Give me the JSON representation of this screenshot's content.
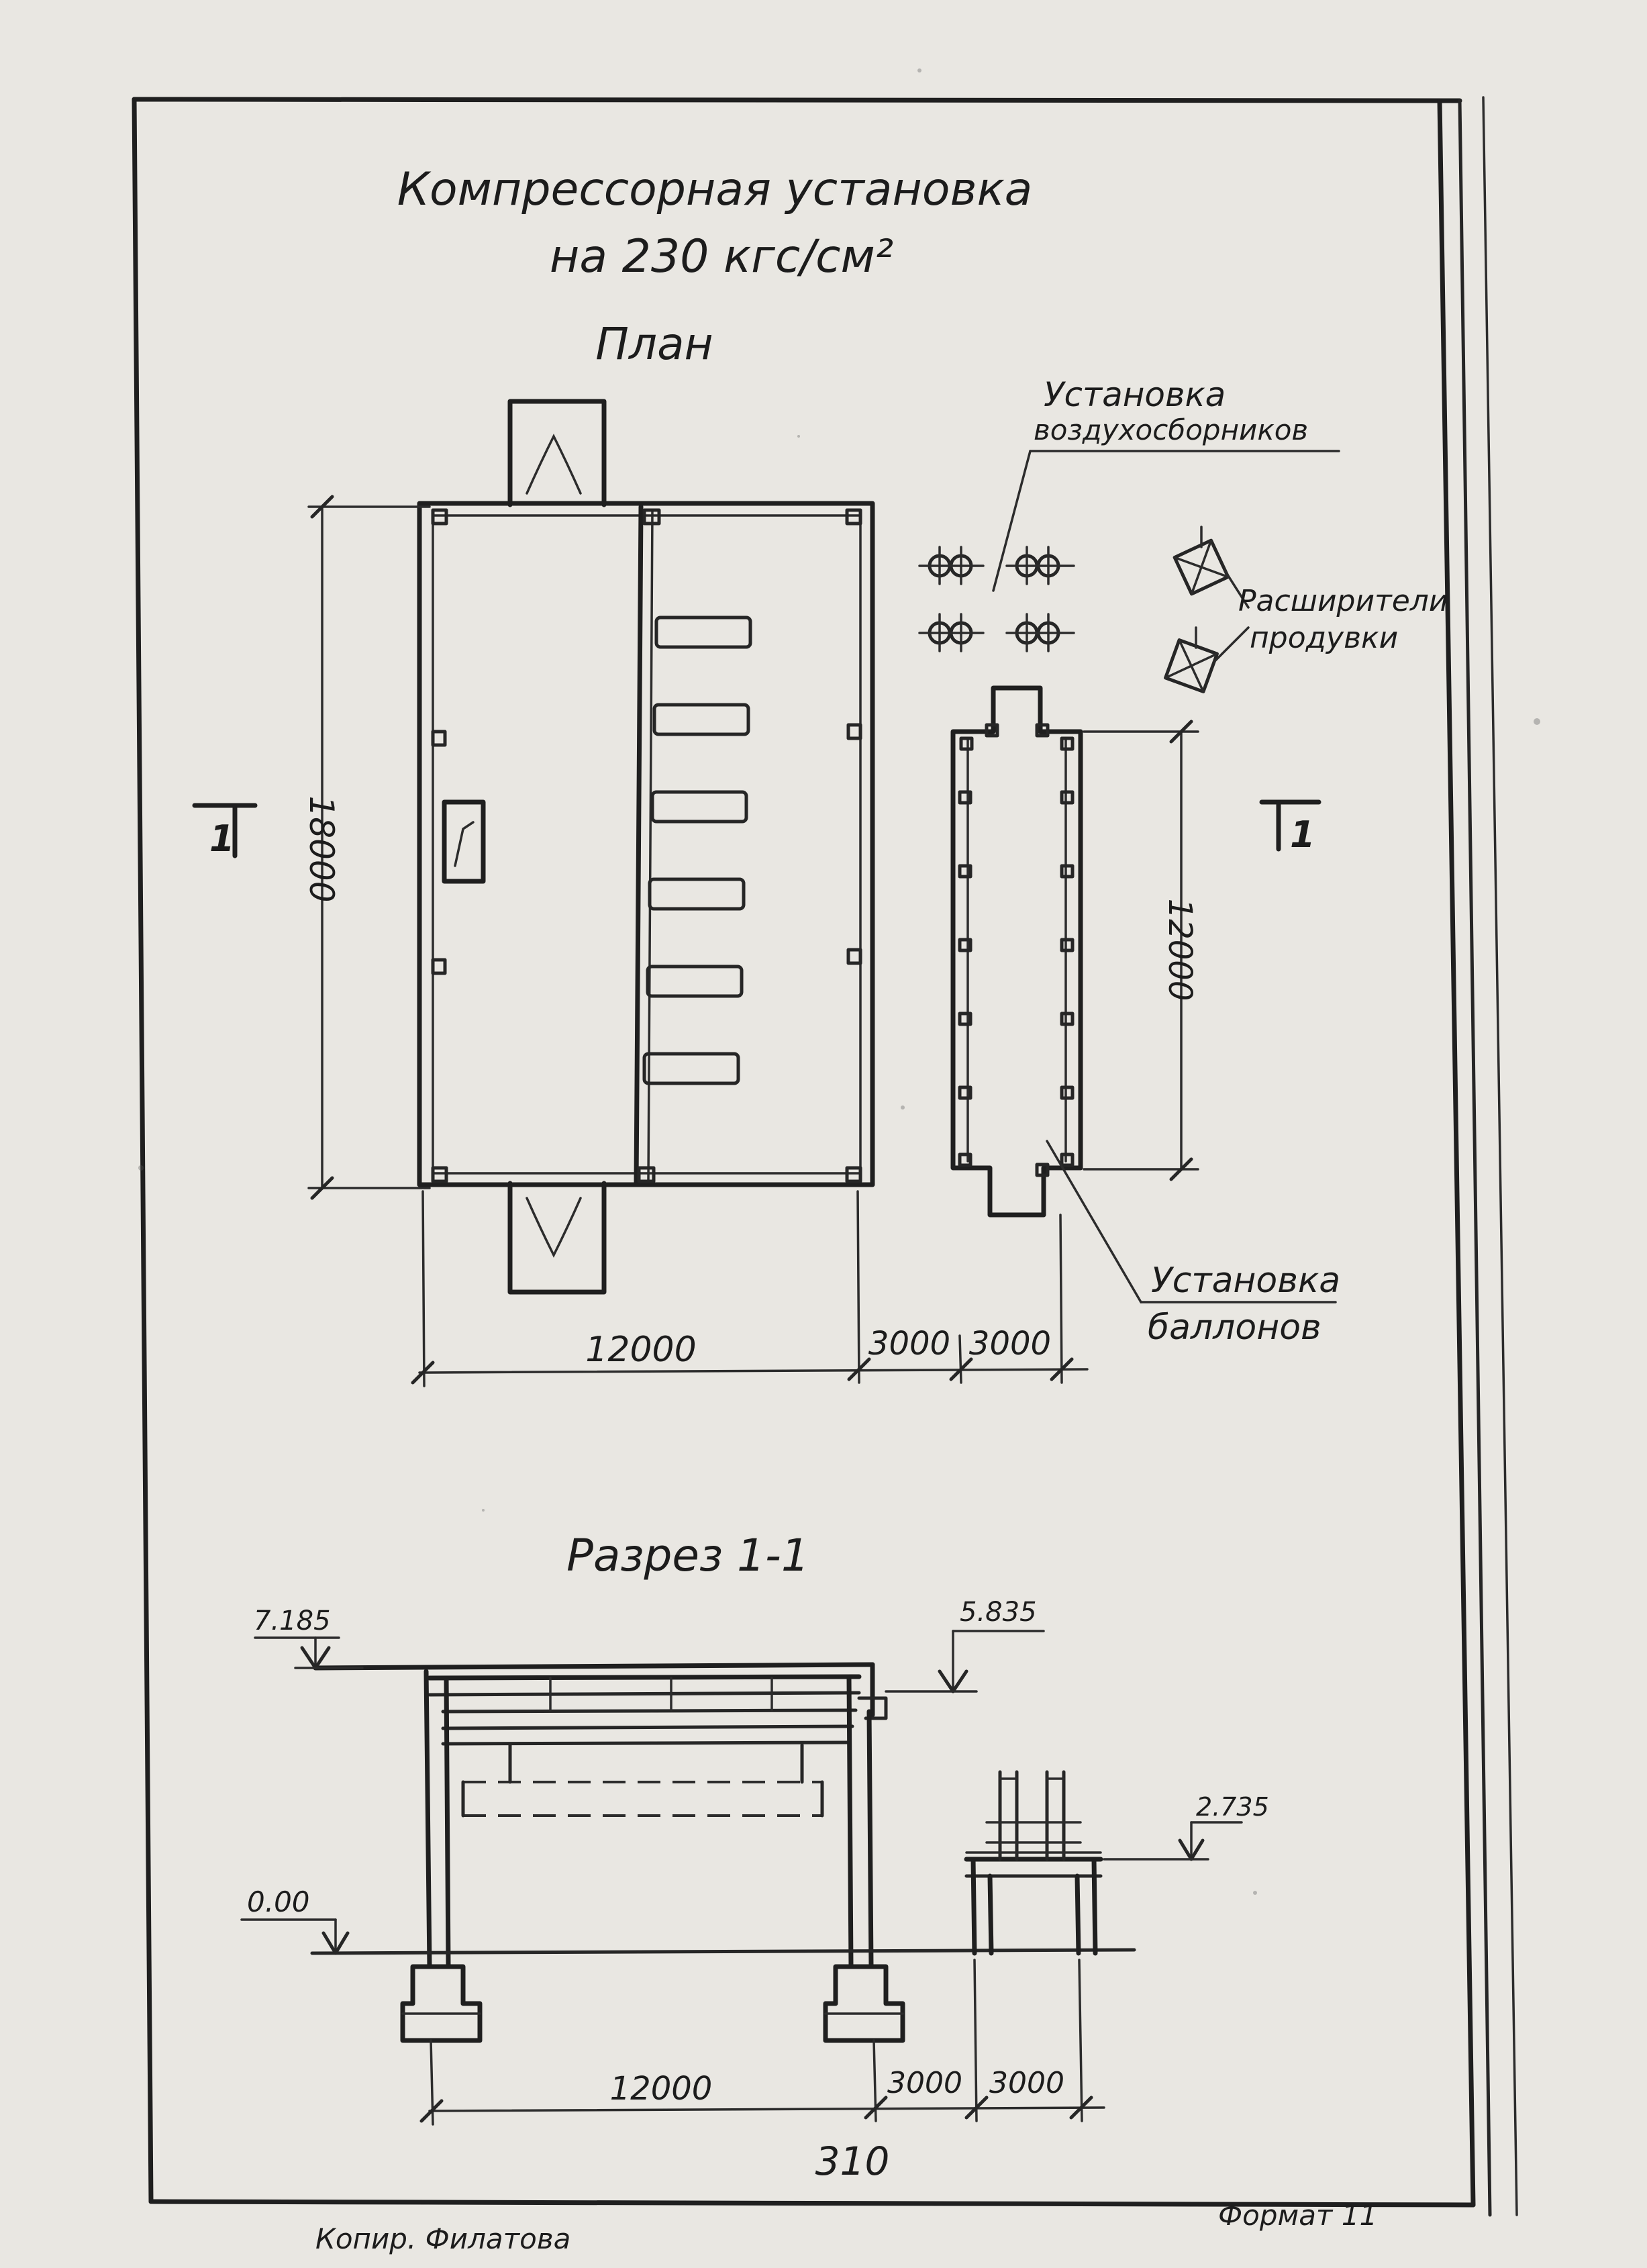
{
  "title_line1": "Компрессорная установка",
  "title_line2": "на 230 кгс/см²",
  "plan": {
    "label": "План",
    "dims": {
      "left_height": "18000",
      "right_height": "12000",
      "bottom_main": "12000",
      "bottom_gap": "3000",
      "bottom_right": "3000"
    },
    "section_mark_left": "1",
    "section_mark_right": "1"
  },
  "callouts": {
    "receivers_line1": "Установка",
    "receivers_line2": "воздухосборников",
    "expanders_line1": "Расширители",
    "expanders_line2": "продувки",
    "cylinders_line1": "Установка",
    "cylinders_line2": "баллонов"
  },
  "section": {
    "label": "Разрез 1-1",
    "elev_top": "7.185",
    "elev_canopy": "5.835",
    "elev_rack": "2.735",
    "elev_floor": "0.00",
    "dims": {
      "main": "12000",
      "gap": "3000",
      "right": "3000"
    }
  },
  "page_number": "310",
  "footer_left": "Копир. Филатова",
  "footer_right": "Формат 11"
}
